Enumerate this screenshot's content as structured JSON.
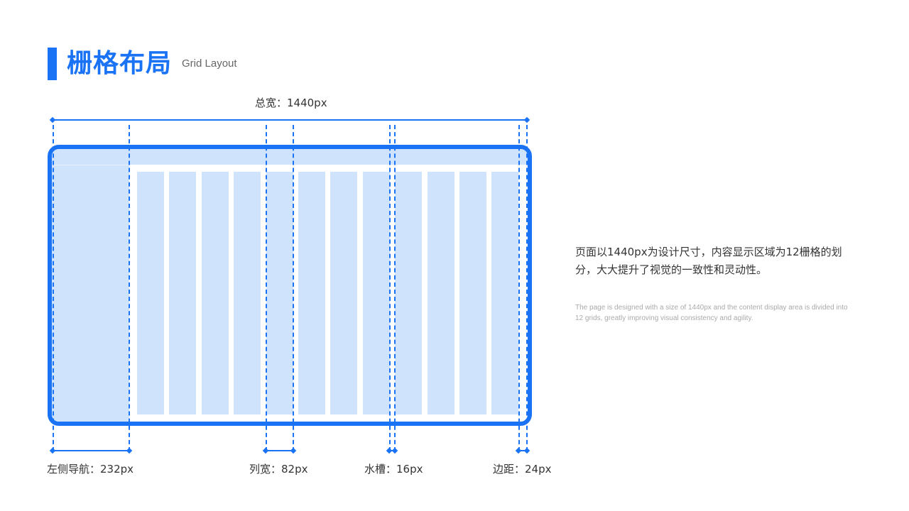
{
  "header": {
    "title_cn": "栅格布局",
    "title_en": "Grid Layout",
    "accent_color": "#1a73f5"
  },
  "diagram": {
    "total_width_label": "总宽：1440px",
    "column_count": 12,
    "fill_color": "#d0e3fd",
    "measurements": [
      {
        "name": "left-nav",
        "label": "左侧导航：232px"
      },
      {
        "name": "column-width",
        "label": "列宽：82px"
      },
      {
        "name": "gutter",
        "label": "水槽：16px"
      },
      {
        "name": "margin",
        "label": "边距：24px"
      }
    ]
  },
  "description": {
    "cn": "页面以1440px为设计尺寸，内容显示区域为12栅格的划分，大大提升了视觉的一致性和灵动性。",
    "en": "The page is designed with a size of 1440px and the content display area is divided into 12 grids, greatly improving visual consistency and agility."
  }
}
